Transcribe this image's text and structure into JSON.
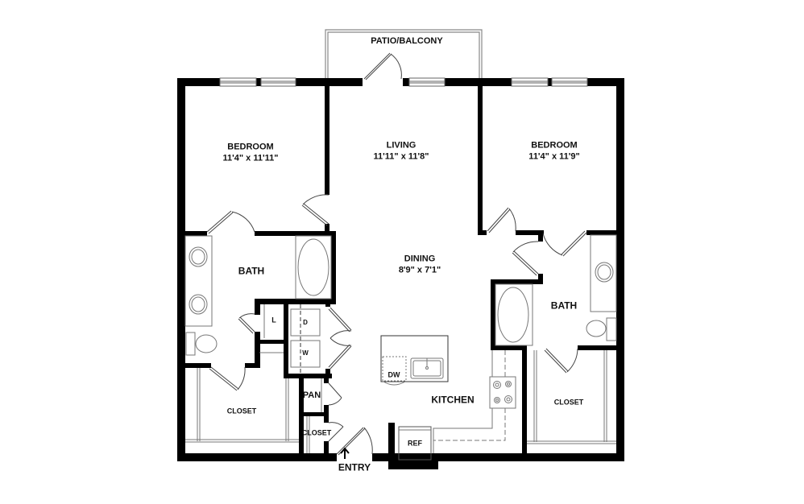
{
  "floorplan": {
    "rooms": {
      "patio": {
        "name": "PATIO/BALCONY"
      },
      "bedroom_left": {
        "name": "BEDROOM",
        "dimensions": "11'4\" x 11'11\""
      },
      "living": {
        "name": "LIVING",
        "dimensions": "11'11\" x 11'8\""
      },
      "bedroom_right": {
        "name": "BEDROOM",
        "dimensions": "11'4\" x 11'9\""
      },
      "dining": {
        "name": "DINING",
        "dimensions": "8'9\" x 7'1\""
      },
      "bath_left": {
        "name": "BATH"
      },
      "bath_right": {
        "name": "BATH"
      },
      "kitchen": {
        "name": "KITCHEN"
      },
      "closet_left": {
        "name": "CLOSET"
      },
      "closet_right": {
        "name": "CLOSET"
      },
      "closet_entry": {
        "name": "CLOSET"
      },
      "pantry": {
        "name": "PAN"
      },
      "linen": {
        "name": "L"
      }
    },
    "fixtures": {
      "dryer": "D",
      "washer": "W",
      "dishwasher": "DW",
      "refrigerator": "REF"
    },
    "entry": {
      "label": "ENTRY",
      "arrow": "up-arrow"
    },
    "colors": {
      "wall": "#000000",
      "fixture_line": "#777777",
      "background": "#ffffff"
    }
  }
}
